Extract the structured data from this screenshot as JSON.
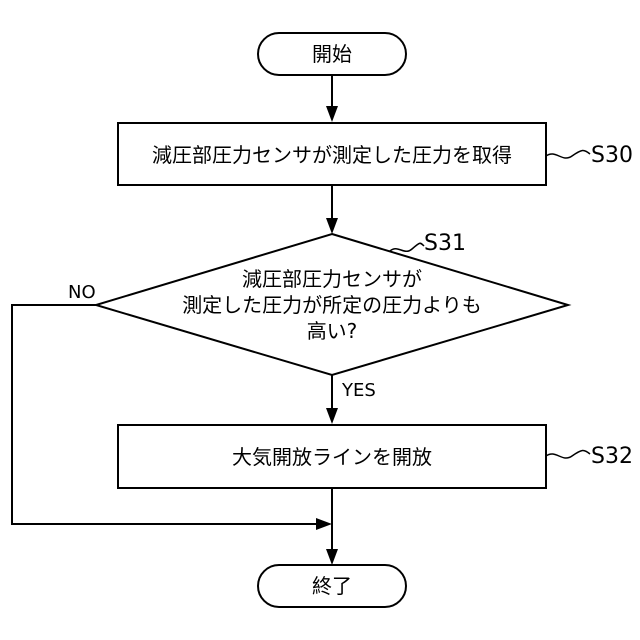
{
  "start": {
    "label": "開始"
  },
  "step_s30": {
    "id": "S30",
    "label": "減圧部圧力センサが測定した圧力を取得"
  },
  "step_s31": {
    "id": "S31",
    "lines": [
      "減圧部圧力センサが",
      "測定した圧力が所定の圧力よりも",
      "高い?"
    ],
    "yes_label": "YES",
    "no_label": "NO"
  },
  "step_s32": {
    "id": "S32",
    "label": "大気開放ラインを開放"
  },
  "end": {
    "label": "終了"
  }
}
